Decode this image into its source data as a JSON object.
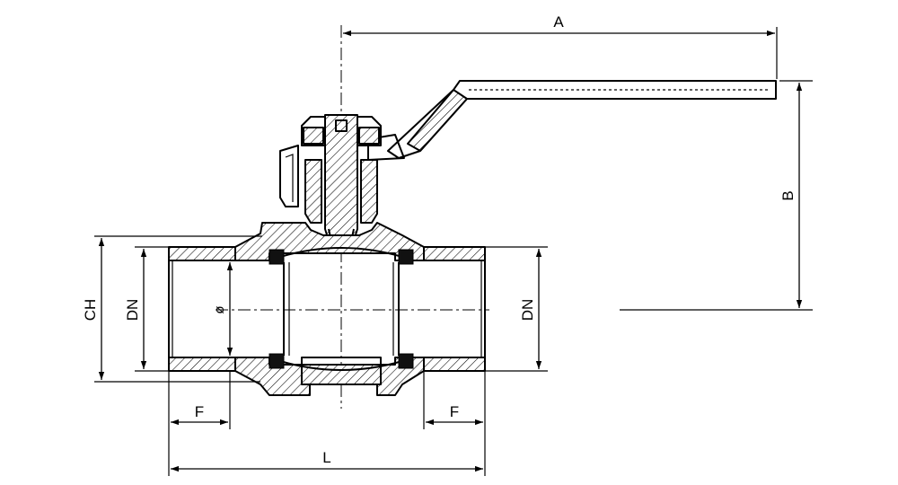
{
  "diagram": {
    "dimension_labels": {
      "a": "A",
      "b": "B",
      "ch": "CH",
      "dn_left": "DN",
      "dn_right": "DN",
      "bore": "ø",
      "f_left": "F",
      "f_right": "F",
      "l": "L"
    }
  }
}
